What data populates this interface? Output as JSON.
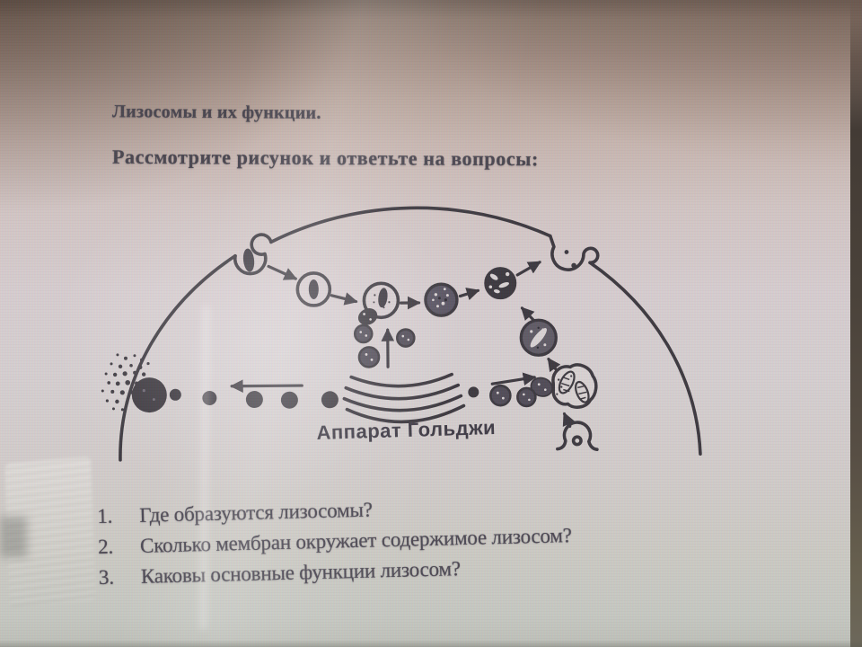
{
  "page": {
    "title": "Лизосомы и их функции.",
    "subtitle": "Рассмотрите рисунок и ответьте на вопросы:"
  },
  "diagram": {
    "golgi_label": "Аппарат Гольджи"
  },
  "questions": [
    {
      "number": "1.",
      "text": "Где образуются лизосомы?"
    },
    {
      "number": "2.",
      "text": "Сколько мембран окружает содержимое лизосом?"
    },
    {
      "number": "3.",
      "text": "Каковы основные функции лизосом?"
    }
  ],
  "colors": {
    "ink": "#3a363c",
    "text": "#4a4650",
    "paper": "#d6cfd0",
    "photo_cast_top": "#8d7a6e",
    "bezel": "#433b35"
  }
}
